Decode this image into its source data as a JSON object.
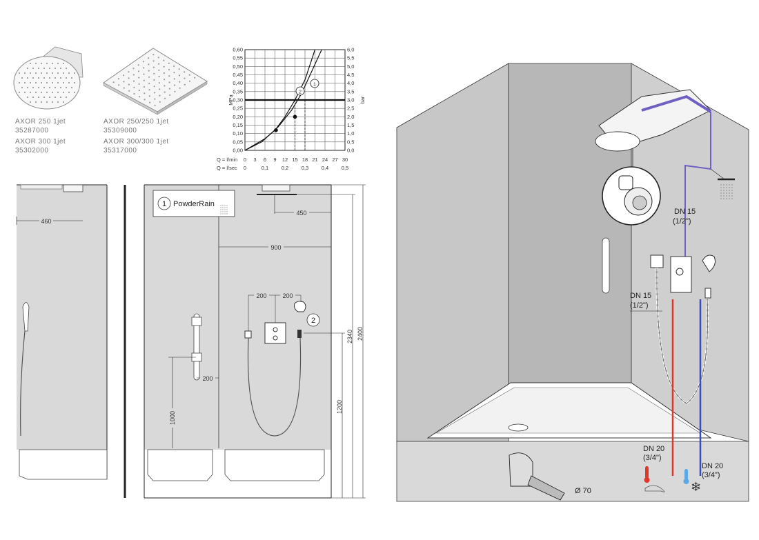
{
  "products": [
    {
      "name": "AXOR 250 1jet",
      "code": "35287000",
      "name2": "AXOR 300 1jet",
      "code2": "35302000"
    },
    {
      "name": "AXOR 250/250 1jet",
      "code": "35309000",
      "name2": "AXOR 300/300 1jet",
      "code2": "35317000"
    }
  ],
  "chart_data": {
    "type": "line",
    "y_left_label": "MPa",
    "y_right_label": "bar",
    "y_left_ticks": [
      "0,60",
      "0,55",
      "0,50",
      "0,45",
      "0,40",
      "0,35",
      "0,30",
      "0,25",
      "0,20",
      "0,15",
      "0,10",
      "0,05",
      "0,00"
    ],
    "y_right_ticks": [
      "6,0",
      "5,5",
      "5,0",
      "4,5",
      "4,0",
      "3,5",
      "3,0",
      "2,5",
      "2,0",
      "1,5",
      "1,0",
      "0,5",
      "0,0"
    ],
    "x_row1_label": "Q = l/min",
    "x_row1_ticks": [
      "0",
      "3",
      "6",
      "9",
      "12",
      "15",
      "18",
      "21",
      "24",
      "27",
      "30"
    ],
    "x_row2_label": "Q = l/sec",
    "x_row2_ticks": [
      "0",
      "0,1",
      "0,2",
      "0,3",
      "0,4",
      "0,5"
    ],
    "xlim": [
      0,
      30
    ],
    "ylim": [
      0,
      0.6
    ],
    "reference_line_y": 0.3,
    "series": [
      {
        "name": "1",
        "x": [
          0,
          5,
          10,
          14,
          17,
          20,
          23
        ],
        "y": [
          0,
          0.05,
          0.14,
          0.24,
          0.34,
          0.47,
          0.6
        ]
      },
      {
        "name": "2",
        "x": [
          0,
          6,
          9,
          12,
          15,
          18,
          21
        ],
        "y": [
          0,
          0.07,
          0.12,
          0.2,
          0.3,
          0.42,
          0.6
        ]
      }
    ],
    "markers": [
      {
        "series": "2",
        "x": 9.3,
        "y": 0.12
      },
      {
        "series": "1",
        "x": 15,
        "y": 0.2
      }
    ],
    "drop_lines_x": [
      15,
      18
    ]
  },
  "left_view": {
    "dim_460": "460"
  },
  "front_view": {
    "callout_num": "1",
    "callout_text": "PowderRain",
    "dim_450": "450",
    "dim_900": "900",
    "dim_200_a": "200",
    "dim_200_b": "200",
    "dim_200_c": "200",
    "dim_1000": "1000",
    "dim_1200": "1200",
    "dim_2340": "2340",
    "dim_2400": "2400",
    "callout2_num": "2"
  },
  "iso_view": {
    "dn15_top_a": "DN 15",
    "dn15_top_b": "(1/2\")",
    "dn15_mid_a": "DN 15",
    "dn15_mid_b": "(1/2\")",
    "dn20_left_a": "DN 20",
    "dn20_left_b": "(3/4\")",
    "dn20_right_a": "DN 20",
    "dn20_right_b": "(3/4\")",
    "drain": "Ø 70"
  },
  "colors": {
    "wall": "#d9d9d9",
    "hot": "#e0362b",
    "cold": "#3a4bbf",
    "violet": "#6f5fc2"
  }
}
